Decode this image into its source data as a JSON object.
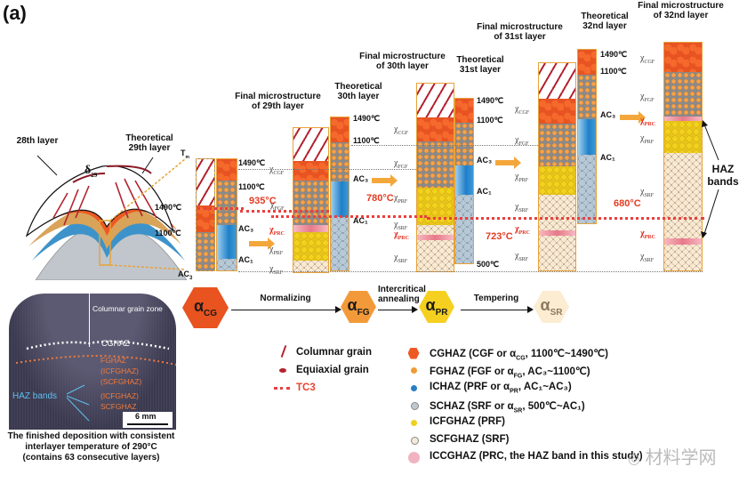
{
  "panel_label": "(a)",
  "schematic": {
    "label_28th": "28th layer",
    "label_theoretical_29": "Theoretical\n29th layer",
    "delta": "δ",
    "delta_sub": "29",
    "tm": "T",
    "tm_sub": "m",
    "temp_1490": "1490℃",
    "temp_1100": "1100℃",
    "ac3": "AC",
    "ac3_sub": "3"
  },
  "columns": {
    "col1": {
      "top": "1490℃",
      "mid": "1100℃",
      "ac3": "AC₃",
      "ac1": "AC₁",
      "peak": "935°C"
    },
    "final29": {
      "title": "Final microstructure\nof 29th layer",
      "chi": [
        "χ_CGF",
        "χ_FGF",
        "χ_PRC",
        "χ_PRF",
        "χ_SRF"
      ]
    },
    "theo30": {
      "title": "Theoretical\n30th layer",
      "t1": "1490℃",
      "t2": "1100℃",
      "ac3": "AC₃",
      "ac1": "AC₁",
      "peak": "780°C"
    },
    "final30": {
      "title": "Final microstructure\nof 30th layer",
      "chi": [
        "χ_CGF",
        "χ_FGF",
        "χ_PRF",
        "χ_SRF",
        "χ_PRC",
        "χ_SRF"
      ]
    },
    "theo31": {
      "title": "Theoretical\n31st layer",
      "t1": "1490℃",
      "t2": "1100℃",
      "ac3": "AC₃",
      "ac1": "AC₁",
      "t3": "500℃",
      "peak": "723°C"
    },
    "final31": {
      "title": "Final microstructure\nof 31st layer",
      "chi": [
        "χ_CGF",
        "χ_FGF",
        "χ_PRF",
        "χ_SRF",
        "χ_PRC",
        "χ_SRF"
      ]
    },
    "theo32": {
      "title": "Theoretical\n32nd layer",
      "t1": "1490℃",
      "t2": "1100℃",
      "ac3": "AC₃",
      "ac1": "AC₁",
      "peak": "680°C"
    },
    "final32": {
      "title": "Final microstructure\nof 32nd layer",
      "chi": [
        "χ_CGF",
        "χ_FGF",
        "χ_PRC",
        "χ_PRF",
        "χ_SRF",
        "χ_PRC",
        "χ_SRF"
      ]
    },
    "haz_bands": "HAZ\nbands"
  },
  "flow": {
    "nodes": [
      {
        "base": "α",
        "sub": "CG",
        "color": "#e8531f",
        "text": "#1a1a1a"
      },
      {
        "base": "α",
        "sub": "FG",
        "color": "#f29a3a",
        "text": "#1a1a1a"
      },
      {
        "base": "α",
        "sub": "PR",
        "color": "#f5d020",
        "text": "#1a1a1a"
      },
      {
        "base": "α",
        "sub": "SR",
        "color": "#fbecd2",
        "text": "#8d7a5e"
      }
    ],
    "steps": [
      "Normalizing",
      "Intercritical\nannealing",
      "Tempering"
    ]
  },
  "legend_left": [
    {
      "icon": "columnar-grain-icon",
      "label": "Columnar grain",
      "color": "#b4232f"
    },
    {
      "icon": "equiaxial-grain-icon",
      "label": "Equiaxial grain",
      "color": "#b4232f"
    },
    {
      "icon": "tc3-dotted-line-icon",
      "label": "TC3",
      "color": "#e84040"
    }
  ],
  "legend_right": [
    {
      "icon": "cghaz-hexagon-icon",
      "color": "#ee5a24",
      "label": "CGHAZ (CGF or α",
      "sub": "CG",
      "rest": ", 1100℃~1490℃)"
    },
    {
      "icon": "fghaz-circle-icon",
      "color": "#f29a3a",
      "label": "FGHAZ (FGF or α",
      "sub": "FG",
      "rest": ", AC₃~1100℃)"
    },
    {
      "icon": "ichaz-grain-icon",
      "color": "#2a7fc4",
      "label": "ICHAZ (PRF or α",
      "sub": "PR",
      "rest": ", AC₁~AC₃)"
    },
    {
      "icon": "schaz-circle-icon",
      "color": "#c0c8d0",
      "label": "SCHAZ (SRF or α",
      "sub": "SR",
      "rest": ", 500℃~AC₁)"
    },
    {
      "icon": "icfghaz-circle-icon",
      "color": "#f0d020",
      "label": "ICFGHAZ (PRF)",
      "sub": "",
      "rest": ""
    },
    {
      "icon": "scfghaz-circle-icon",
      "color": "#f3ead8",
      "label": "SCFGHAZ (SRF)",
      "sub": "",
      "rest": ""
    },
    {
      "icon": "iccghaz-circle-icon",
      "color": "#f2b3c0",
      "label": "ICCGHAZ (PRC, the HAZ band in this study)",
      "sub": "",
      "rest": ""
    }
  ],
  "micrograph": {
    "columnar": "Columnar grain zone",
    "cghaz": "CGHAZ",
    "fghaz": "FGHAZ",
    "icfghaz1": "(ICFGHAZ)",
    "scfghaz1": "(SCFGHAZ)",
    "icfghaz2": "(ICFGHAZ)",
    "scfghaz2": "SCFGHAZ",
    "haz_bands": "HAZ bands",
    "scale": "6 mm",
    "caption": "The finished deposition with consistent\ninterlayer temperature of 290°C\n(contains 63 consecutive layers)"
  },
  "watermark": "材料学网"
}
